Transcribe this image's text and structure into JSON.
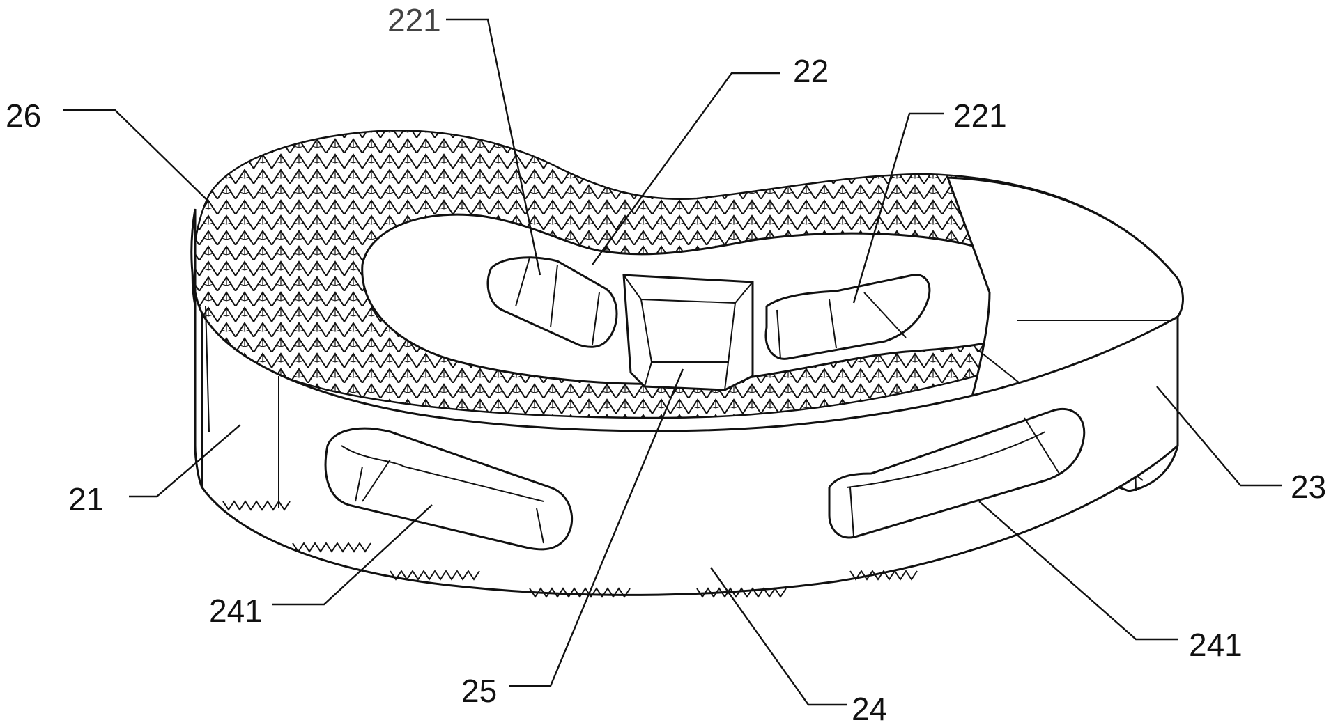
{
  "figure": {
    "labels": {
      "l221_top": "221",
      "l22": "22",
      "l221_right": "221",
      "l26": "26",
      "l21": "21",
      "l23": "23",
      "l241_left": "241",
      "l241_right": "241",
      "l25": "25",
      "l24": "24"
    }
  }
}
